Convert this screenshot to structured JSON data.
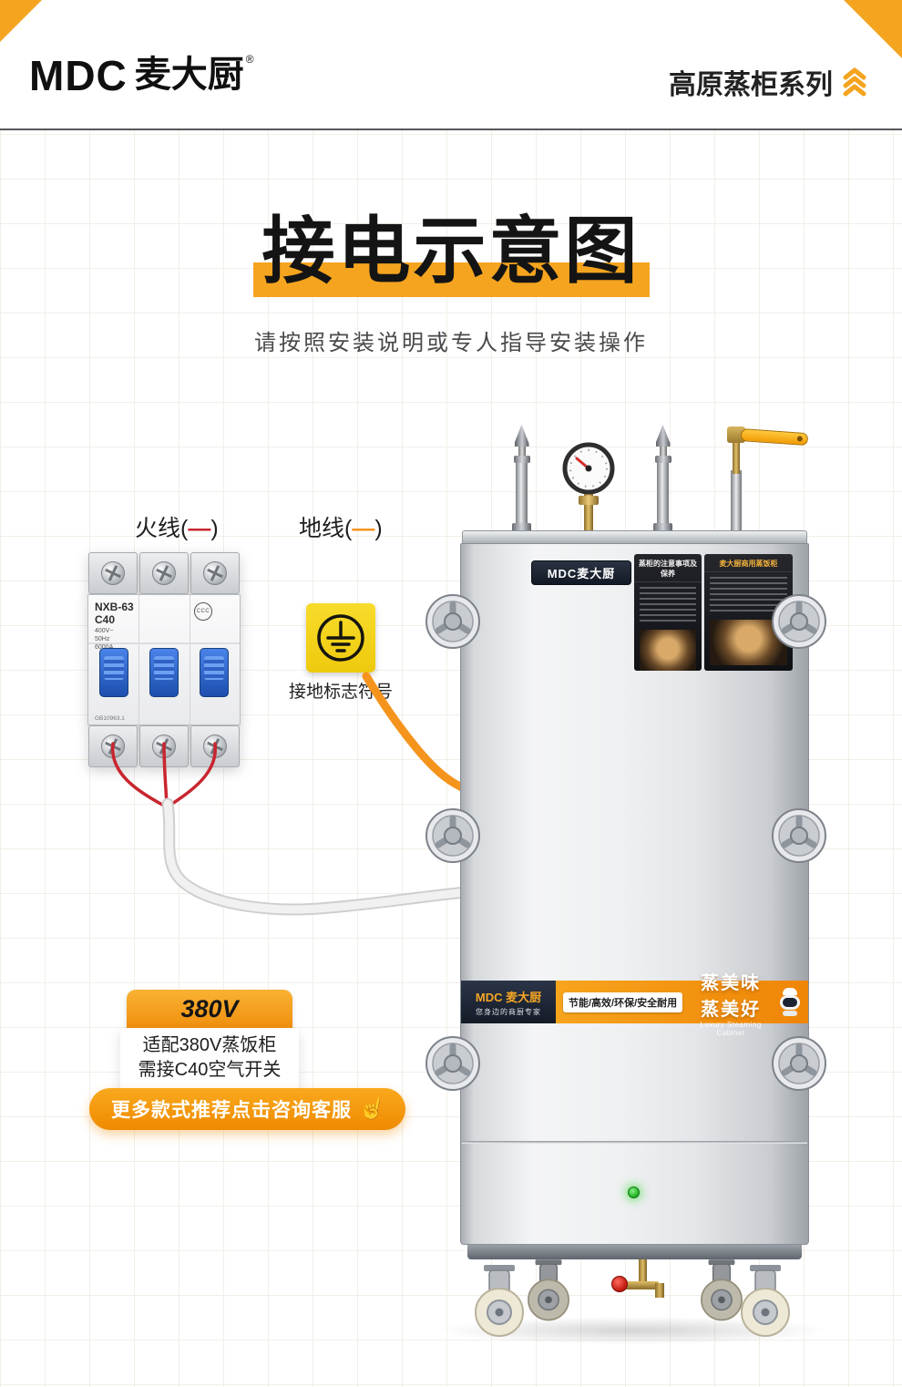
{
  "colors": {
    "accent": "#F5A41F",
    "live_wire": "#C9252F",
    "ground_wire": "#F5941D",
    "breaker_switch_blue": "#2B5FC4",
    "ground_plate_yellow": "#F3D215"
  },
  "header": {
    "logo_mdc": "MDC",
    "logo_cn": "麦大厨",
    "registered": "®",
    "series": "高原蒸柜系列"
  },
  "hero": {
    "title": "接电示意图",
    "subtitle": "请按照安装说明或专人指导安装操作"
  },
  "wiring": {
    "live_label": "火线(",
    "ground_label": "地线(",
    "dash": "—",
    "paren_close": ")",
    "ground_symbol_label": "接地标志符号"
  },
  "breaker": {
    "model": "NXB-63",
    "current": "C40",
    "voltage": "400V~",
    "frequency": "50Hz",
    "breaking_capacity": "6000A",
    "standard": "GB10963.1",
    "cert": "CCC"
  },
  "cabinet": {
    "plate_brand": "MDC麦大厨",
    "panel_left_title": "蒸柜的注意事项及保养",
    "panel_right_title": "麦大厨商用蒸饭柜",
    "banner_brand": "MDC 麦大厨",
    "banner_brand_sub": "您身边的商厨专家",
    "banner_features": "节能/高效/环保/安全耐用",
    "banner_slogan": "蒸美味 蒸美好",
    "banner_slogan_en": "Luxury Steaming Cabinet"
  },
  "spec_card": {
    "voltage": "380V",
    "line1": "适配380V蒸饭柜",
    "line2": "需接C40空气开关"
  },
  "cta": {
    "label": "更多款式推荐点击咨询客服"
  }
}
